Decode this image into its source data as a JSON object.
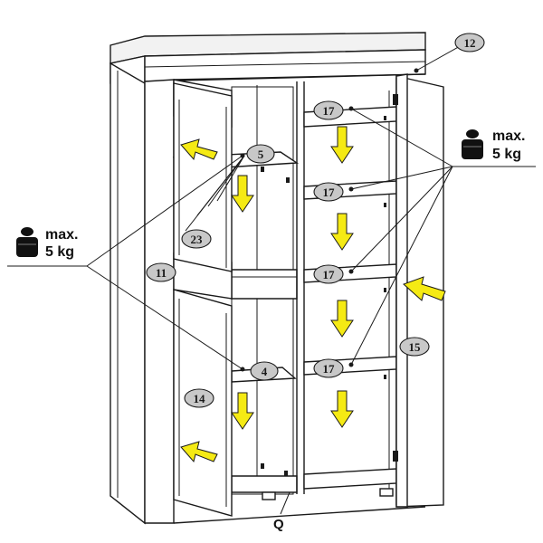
{
  "weight_labels": {
    "left": {
      "line1": "max.",
      "line2": "5 kg"
    },
    "right": {
      "line1": "max.",
      "line2": "5 kg"
    }
  },
  "parts": {
    "p12": "12",
    "p17a": "17",
    "p17b": "17",
    "p17c": "17",
    "p17d": "17",
    "p5": "5",
    "p23": "23",
    "p11": "11",
    "p4": "4",
    "p14": "14",
    "p15": "15"
  },
  "point_label": "Q",
  "colors": {
    "arrow": "#f5ea14",
    "badge": "#c8c8c8",
    "line": "#1a1a1a"
  },
  "icons": [
    "weight-icon",
    "arrow-icon"
  ]
}
